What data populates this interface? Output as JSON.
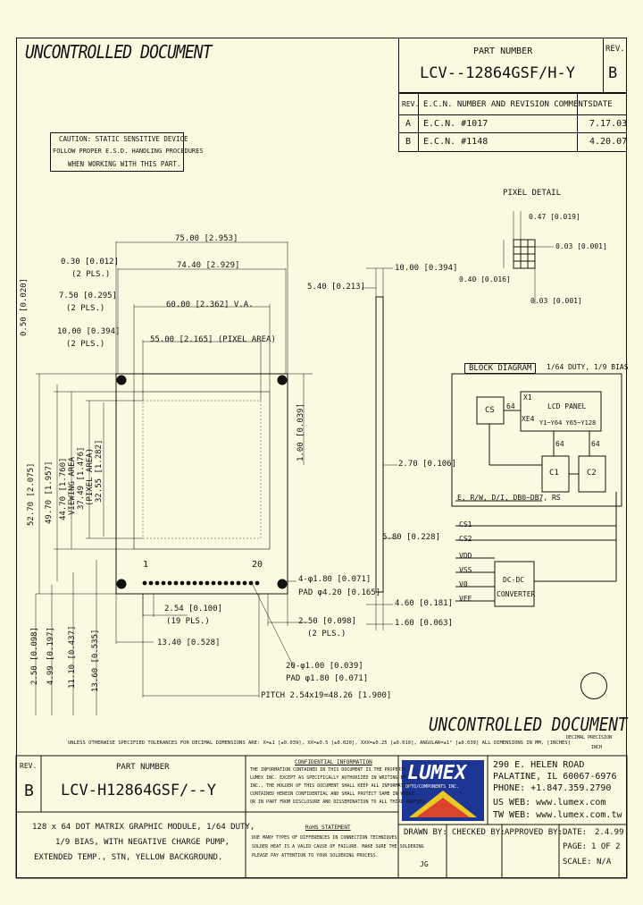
{
  "header": {
    "uncontrolled": "UNCONTROLLED DOCUMENT",
    "part_number_label": "PART NUMBER",
    "part_number": "LCV--12864GSF/H-Y",
    "rev_label": "REV.",
    "rev": "B"
  },
  "revision_table": {
    "headers": [
      "REV.",
      "E.C.N. NUMBER AND REVISION COMMENTS",
      "DATE"
    ],
    "rows": [
      {
        "rev": "A",
        "comment": "E.C.N. #1017",
        "date": "7.17.03"
      },
      {
        "rev": "B",
        "comment": "E.C.N. #1148",
        "date": "4.20.07"
      }
    ]
  },
  "caution": [
    "CAUTION: STATIC SENSITIVE DEVICE",
    "FOLLOW PROPER E.S.D. HANDLING PROCEDURES",
    "WHEN WORKING WITH THIS PART."
  ],
  "pixel_detail": {
    "title": "PIXEL DETAIL",
    "d1": "0.47 [0.019]",
    "d2": "0.03 [0.001]",
    "d3": "0.40 [0.016]",
    "d4": "0.03 [0.001]"
  },
  "dims": {
    "w75": "75.00 [2.953]",
    "w7440": "74.40 [2.929]",
    "d030": "0.30 [0.012]",
    "d030b": "(2 PLS.)",
    "d750": "7.50 [0.295]",
    "d750b": "(2 PLS.)",
    "va60": "60.00 [2.362] V.A.",
    "d1000": "10.00 [0.394]",
    "d1000b": "(2 PLS.)",
    "pa55": "55.00 [2.165] (PIXEL AREA)",
    "v050": "0.50 [0.020]",
    "v5270": "52.70 [2.075]",
    "v4970": "49.70 [1.957]",
    "v4470": "44.70 [1.760]",
    "v4470b": "VIEWING AREA",
    "v3749": "37.49 [1.476]",
    "v3749b": "(PIXEL AREA)",
    "v3255": "32.55 [1.282]",
    "r100": "1.00 [0.039]",
    "side10": "10.00 [0.394]",
    "side540": "5.40 [0.213]",
    "side270": "2.70 [0.106]",
    "side580": "5.80 [0.228]",
    "side460": "4.60 [0.181]",
    "side160": "1.60 [0.063]",
    "hole": "4-φ1.80 [0.071]",
    "pad420": "PAD φ4.20 [0.165]",
    "p254": "2.54 [0.100]",
    "p254b": "(19 PLS.)",
    "p1340": "13.40 [0.528]",
    "p250": "2.50 [0.098]",
    "p250b": "(2 PLS.)",
    "p20": "20-φ1.00 [0.039]",
    "pad180": "PAD φ1.80 [0.071]",
    "pitch": "PITCH 2.54x19=48.26 [1.900]",
    "b250": "2.50 [0.098]",
    "b499": "4.99 [0.197]",
    "b1110": "11.10 [0.437]",
    "b1360": "13.60 [0.535]",
    "pin1": "1",
    "pin20": "20"
  },
  "block": {
    "title": "BLOCK DIAGRAM",
    "duty": "1/64 DUTY, 1/9 BIAS",
    "cs": "CS",
    "n64a": "64",
    "x1": "X1",
    "xe": "XE4",
    "lcd": "LCD PANEL",
    "y": "Y1~Y64  Y65~Y128",
    "n64b": "64",
    "n64c": "64",
    "c1": "C1",
    "c2": "C2",
    "bus": "E, R/W, D/I, DB0~DB7, RS",
    "cs1": "CS1",
    "cs2": "CS2",
    "vdd": "VDD",
    "vss": "VSS",
    "v0": "V0",
    "vee": "VEE",
    "conv1": "DC-DC",
    "conv2": "CONVERTER"
  },
  "watermark": "UNCONTROLLED DOCUMENT",
  "tolerance": "UNLESS OTHERWISE SPECIFIED TOLERANCES FOR DECIMAL DIMENSIONS ARE: X=±1 [±0.039], XX=±0.5 [±0.020], XXX=±0.25 [±0.010], ANGULAR=±1° [±0.039]  ALL DIMENSIONS IN MM, [INCHES]",
  "units1": "DECIMAL PRECISION",
  "units2": "INCH",
  "title_block": {
    "rev_label": "REV.",
    "rev": "B",
    "part_label": "PART NUMBER",
    "part": "LCV-H12864GSF/--Y",
    "desc": [
      "128 x 64 DOT MATRIX GRAPHIC MODULE, 1/64 DUTY,",
      "1/9 BIAS, WITH NEGATIVE CHARGE PUMP,",
      "EXTENDED TEMP., STN, YELLOW BACKGROUND."
    ],
    "conf_title": "CONFIDENTIAL INFORMATION",
    "conf": [
      "THE INFORMATION CONTAINED IN THIS DOCUMENT IS THE PROPERTY OF",
      "LUMEX INC. EXCEPT AS SPECIFICALLY AUTHORIZED IN WRITING BY LUMEX",
      "INC., THE HOLDER OF THIS DOCUMENT SHALL KEEP ALL INFORMATION",
      "CONTAINED HEREIN CONFIDENTIAL AND SHALL PROTECT SAME IN WHOLE",
      "OR IN PART FROM DISCLOSURE AND DISSEMINATION TO ALL THIRD PARTIES."
    ],
    "rohs_title": "RoHS STATEMENT",
    "rohs": [
      "DUE MANY TYPES OF DIFFERENCES IN CONNECTION TECHNIQUES",
      "SOLDER HEAT IS A VALID CAUSE OF FAILURE. MAKE SURE THE SOLDERING",
      "PLEASE PAY ATTENTION TO YOUR SOLDERING PROCESS."
    ],
    "logo": "LUMEX",
    "logo_sub": "OPTO/COMPONENTS INC.",
    "addr": [
      "290 E. HELEN ROAD",
      "PALATINE, IL 60067-6976",
      "PHONE: +1.847.359.2790",
      "US WEB: www.lumex.com",
      "TW WEB: www.lumex.com.tw"
    ],
    "drawn_label": "DRAWN BY:",
    "drawn": "JG",
    "checked_label": "CHECKED BY:",
    "approved_label": "APPROVED BY:",
    "date_label": "DATE:",
    "date": "2.4.99",
    "page_label": "PAGE:",
    "page": "1 OF 2",
    "scale_label": "SCALE:",
    "scale": "N/A"
  }
}
